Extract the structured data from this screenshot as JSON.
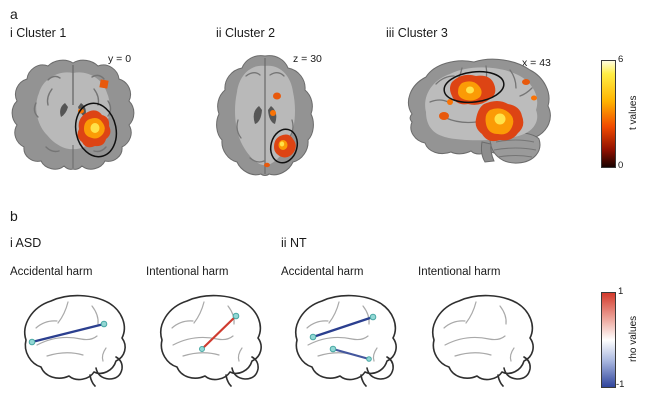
{
  "figure": {
    "panel_a": {
      "label": "a",
      "clusters": [
        {
          "title": "i Cluster 1",
          "coordinate": "y = 0"
        },
        {
          "title": "ii Cluster 2",
          "coordinate": "z = 30"
        },
        {
          "title": "iii Cluster 3",
          "coordinate": "x = 43"
        }
      ],
      "colorbar": {
        "label": "t values",
        "tick_max": "6",
        "tick_min": "0"
      }
    },
    "panel_b": {
      "label": "b",
      "groups": [
        {
          "title": "i ASD",
          "conditions": [
            "Accidental harm",
            "Intentional harm"
          ]
        },
        {
          "title": "ii NT",
          "conditions": [
            "Accidental harm",
            "Intentional harm"
          ]
        }
      ],
      "colorbar": {
        "label": "rho values",
        "tick_max": "1",
        "tick_min": "-1"
      }
    },
    "colors": {
      "activation_edge": "#dd4414",
      "activation_mid": "#fb9b06",
      "activation_core": "#ffe24a",
      "negative_correlation_line": "#2b3f8f",
      "positive_correlation_line": "#cf3b2f",
      "node_dot": "#92d7d4",
      "colormap_t_values": [
        "#190200",
        "#8f1000",
        "#f04a00",
        "#ffb300",
        "#ffee45",
        "#fffde0"
      ],
      "colormap_rho_values": [
        "#30459c",
        "#ffffff",
        "#d23a2c"
      ]
    }
  }
}
